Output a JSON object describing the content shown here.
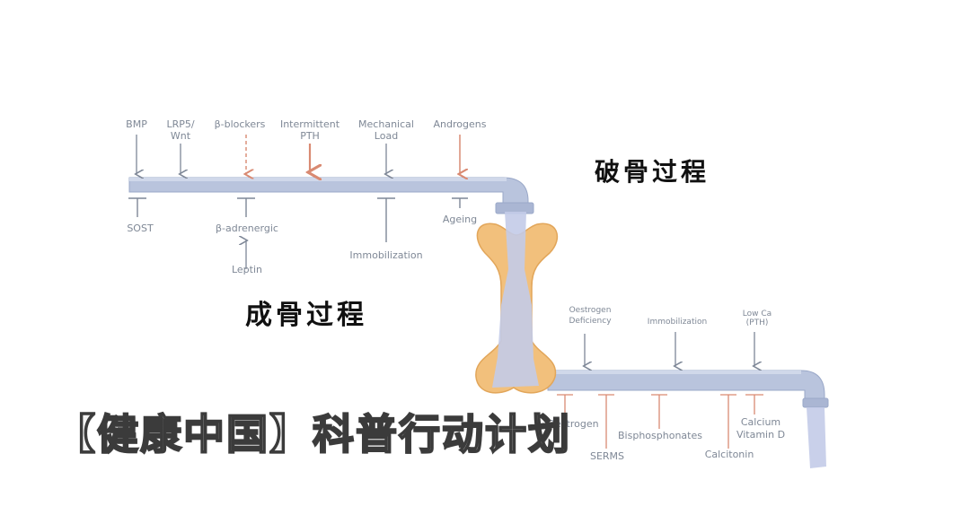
{
  "titles": {
    "formation": "成骨过程",
    "resorption": "破骨过程"
  },
  "banner": "【健康中国】科普行动计划",
  "formation_pipe": {
    "stimulators": [
      {
        "label": "BMP"
      },
      {
        "label": "LRP5/ Wnt"
      },
      {
        "label": "β-blockers"
      },
      {
        "label": "Intermittent PTH"
      },
      {
        "label": "Mechanical Load"
      },
      {
        "label": "Androgens"
      }
    ],
    "inhibitors": [
      {
        "label": "SOST"
      },
      {
        "label": "β-adrenergic"
      },
      {
        "label": "Immobilization"
      },
      {
        "label": "Ageing"
      }
    ],
    "upstream": {
      "label": "Leptin"
    }
  },
  "resorption_pipe": {
    "stimulators": [
      {
        "label": "Oestrogen Deficiency"
      },
      {
        "label": "Immobilization"
      },
      {
        "label": "Low Ca (PTH)"
      }
    ],
    "inhibitors": [
      {
        "label": "Oestrogen"
      },
      {
        "label": "SERMS"
      },
      {
        "label": "Bisphosphonates"
      },
      {
        "label": "Calcitonin"
      },
      {
        "label": "Calcium Vitamin D"
      }
    ]
  },
  "colors": {
    "pipe": "#b9c4dd",
    "pipe_edge": "#9aa8c8",
    "water": "#c3cbe8",
    "bone": "#f2c07c",
    "arrow_gray": "#7e8797",
    "arrow_red": "#d98a72"
  }
}
